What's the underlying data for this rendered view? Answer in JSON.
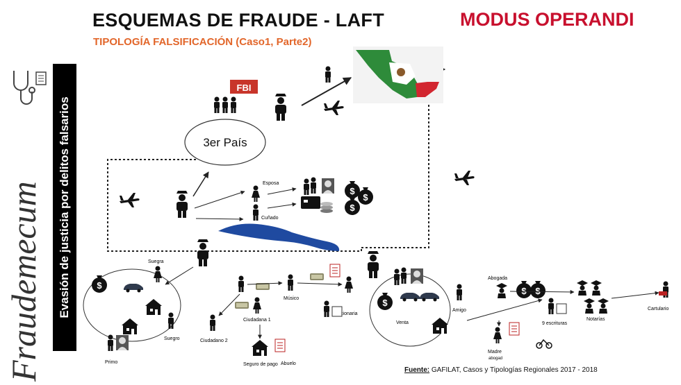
{
  "header": {
    "title": "ESQUEMAS DE FRAUDE - LAFT",
    "subtitle": "TIPOLOGÍA FALSIFICACIÓN (Caso1, Parte2)",
    "badge": "MODUS OPERANDI"
  },
  "sidebar": {
    "brand": "Fraudemecum",
    "vertical_label": "Evasión de justicia por delitos falsarios"
  },
  "labels": {
    "third_country": "3er País",
    "fbi": "FBI",
    "esposa": "Esposa",
    "cunado": "Cuñado",
    "suegra": "Suegra",
    "suegro": "Suegro",
    "primo": "Primo",
    "musico": "Músico",
    "funcionaria": "Funcionaria",
    "ciudadana1": "Ciudadana 1",
    "ciudadano2": "Ciudadano 2",
    "seguro_pago": "Seguro de pago",
    "abuelo": "Abuelo",
    "venta": "Venta",
    "amigo": "Amigo",
    "abogada": "Abogada",
    "madre": "Madre",
    "abogad": "abogad",
    "escrituras": "9 escrituras",
    "notarias": "Notarías",
    "cartulario": "Cartulario"
  },
  "footer": {
    "source_label": "Fuente:",
    "source_text": " GAFILAT, Casos y Tipologías Regionales 2017 - 2018"
  },
  "colors": {
    "title": "#111111",
    "subtitle": "#e2662a",
    "badge": "#c8102e",
    "island": "#1f4aa0",
    "mexico_green": "#2e8b3a",
    "mexico_red": "#d22630"
  }
}
